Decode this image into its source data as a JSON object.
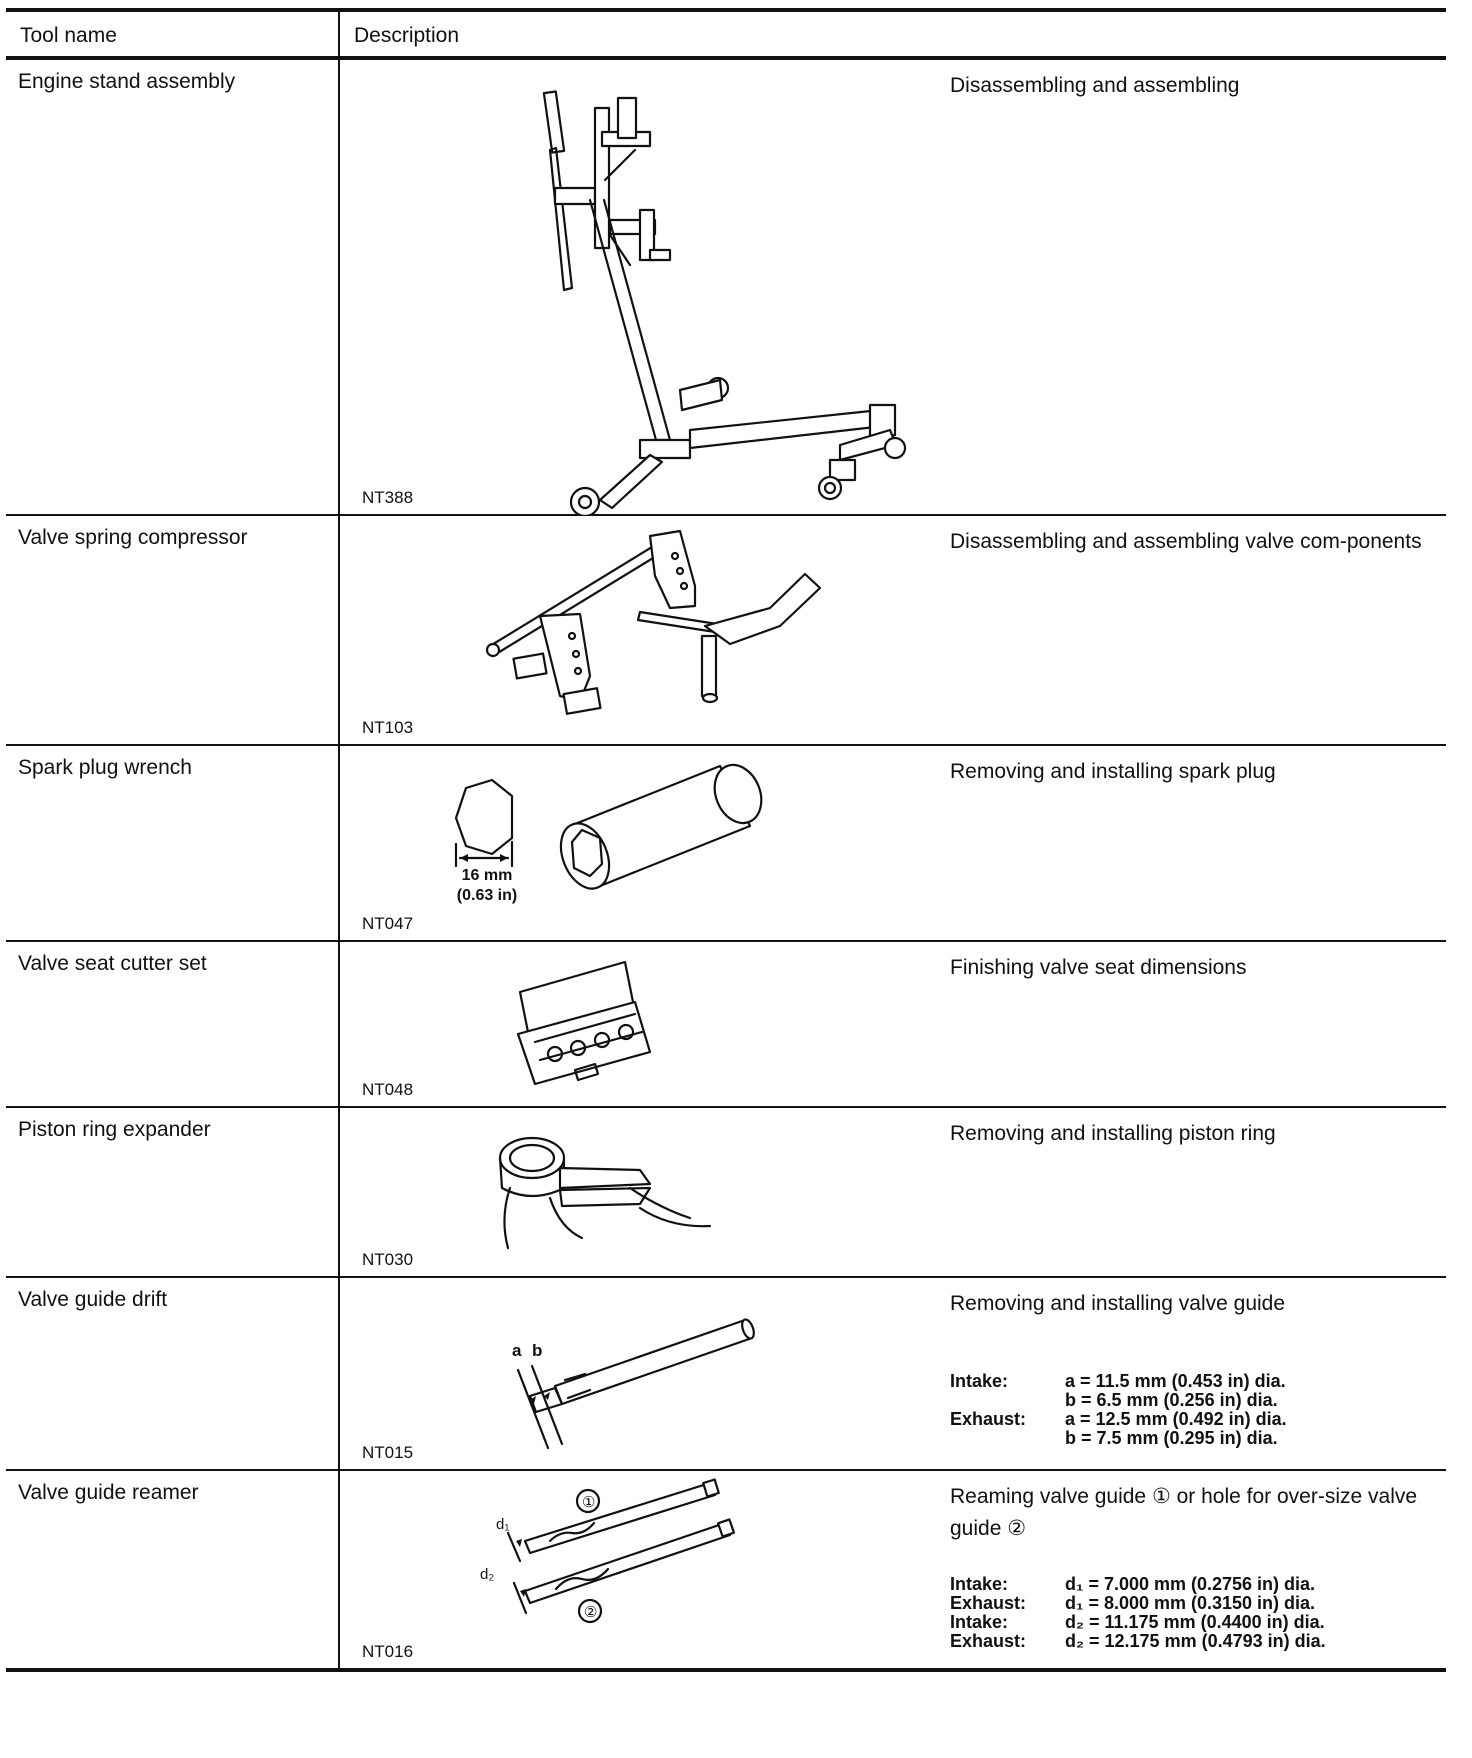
{
  "header": {
    "tool_name": "Tool name",
    "description": "Description"
  },
  "rows": [
    {
      "name": "Engine stand assembly",
      "code": "NT388",
      "desc": "Disassembling and assembling"
    },
    {
      "name": "Valve spring compressor",
      "code": "NT103",
      "desc": "Disassembling and assembling valve com-ponents"
    },
    {
      "name": "Spark plug wrench",
      "code": "NT047",
      "desc": "Removing and installing spark plug",
      "dim_mm": "16 mm",
      "dim_in": "(0.63 in)"
    },
    {
      "name": "Valve seat cutter set",
      "code": "NT048",
      "desc": "Finishing valve seat dimensions"
    },
    {
      "name": "Piston ring expander",
      "code": "NT030",
      "desc": "Removing and installing piston ring"
    },
    {
      "name": "Valve guide drift",
      "code": "NT015",
      "desc": "Removing and installing valve guide",
      "label_a": "a",
      "label_b": "b",
      "specs": [
        {
          "label": "Intake:",
          "value": "a = 11.5 mm (0.453 in) dia."
        },
        {
          "label": "",
          "value": "b = 6.5 mm (0.256 in) dia."
        },
        {
          "label": "Exhaust:",
          "value": "a = 12.5 mm (0.492 in) dia."
        },
        {
          "label": "",
          "value": "b = 7.5 mm (0.295 in) dia."
        }
      ]
    },
    {
      "name": "Valve guide reamer",
      "code": "NT016",
      "desc": "Reaming valve guide ① or hole for over-size valve guide ②",
      "label_1": "①",
      "label_2": "②",
      "label_d1": "d₁",
      "label_d2": "d₂",
      "specs": [
        {
          "label": "Intake:",
          "value": "d₁ = 7.000 mm (0.2756 in) dia."
        },
        {
          "label": "Exhaust:",
          "value": "d₁ = 8.000 mm (0.3150 in) dia."
        },
        {
          "label": "Intake:",
          "value": "d₂ = 11.175 mm (0.4400 in) dia."
        },
        {
          "label": "Exhaust:",
          "value": "d₂ = 12.175 mm (0.4793 in) dia."
        }
      ]
    }
  ]
}
